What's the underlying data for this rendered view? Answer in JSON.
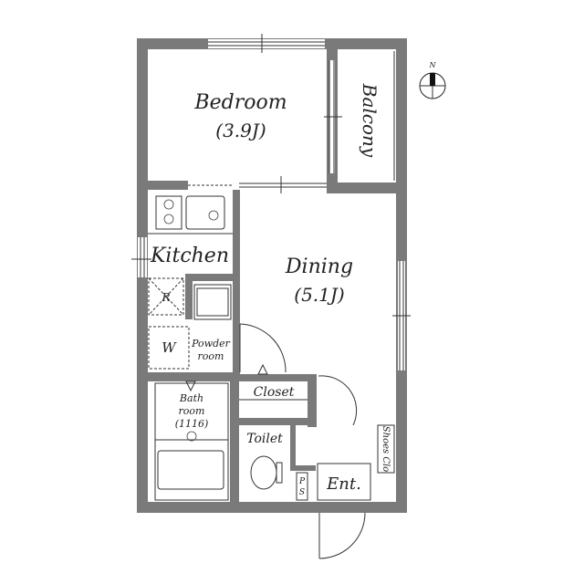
{
  "floorplan": {
    "rooms": {
      "bedroom": {
        "name": "Bedroom",
        "size": "(3.9J)"
      },
      "balcony": {
        "name": "Balcony"
      },
      "kitchen": {
        "name": "Kitchen"
      },
      "dining": {
        "name": "Dining",
        "size": "(5.1J)"
      },
      "refrigerator": {
        "name": "R"
      },
      "washer": {
        "name": "W"
      },
      "powder_room": {
        "line1": "Powder",
        "line2": "room"
      },
      "bathroom": {
        "line1": "Bath",
        "line2": "room",
        "line3": "(1116)"
      },
      "closet": {
        "name": "Closet"
      },
      "toilet": {
        "name": "Toilet"
      },
      "ps": {
        "line1": "P",
        "line2": "S"
      },
      "entrance": {
        "name": "Ent."
      },
      "shoes_closet": {
        "name": "Shoes Clo"
      }
    },
    "compass": {
      "label": "N"
    },
    "colors": {
      "wall": "#7a7a7a",
      "line": "#333333",
      "background": "#ffffff"
    }
  }
}
